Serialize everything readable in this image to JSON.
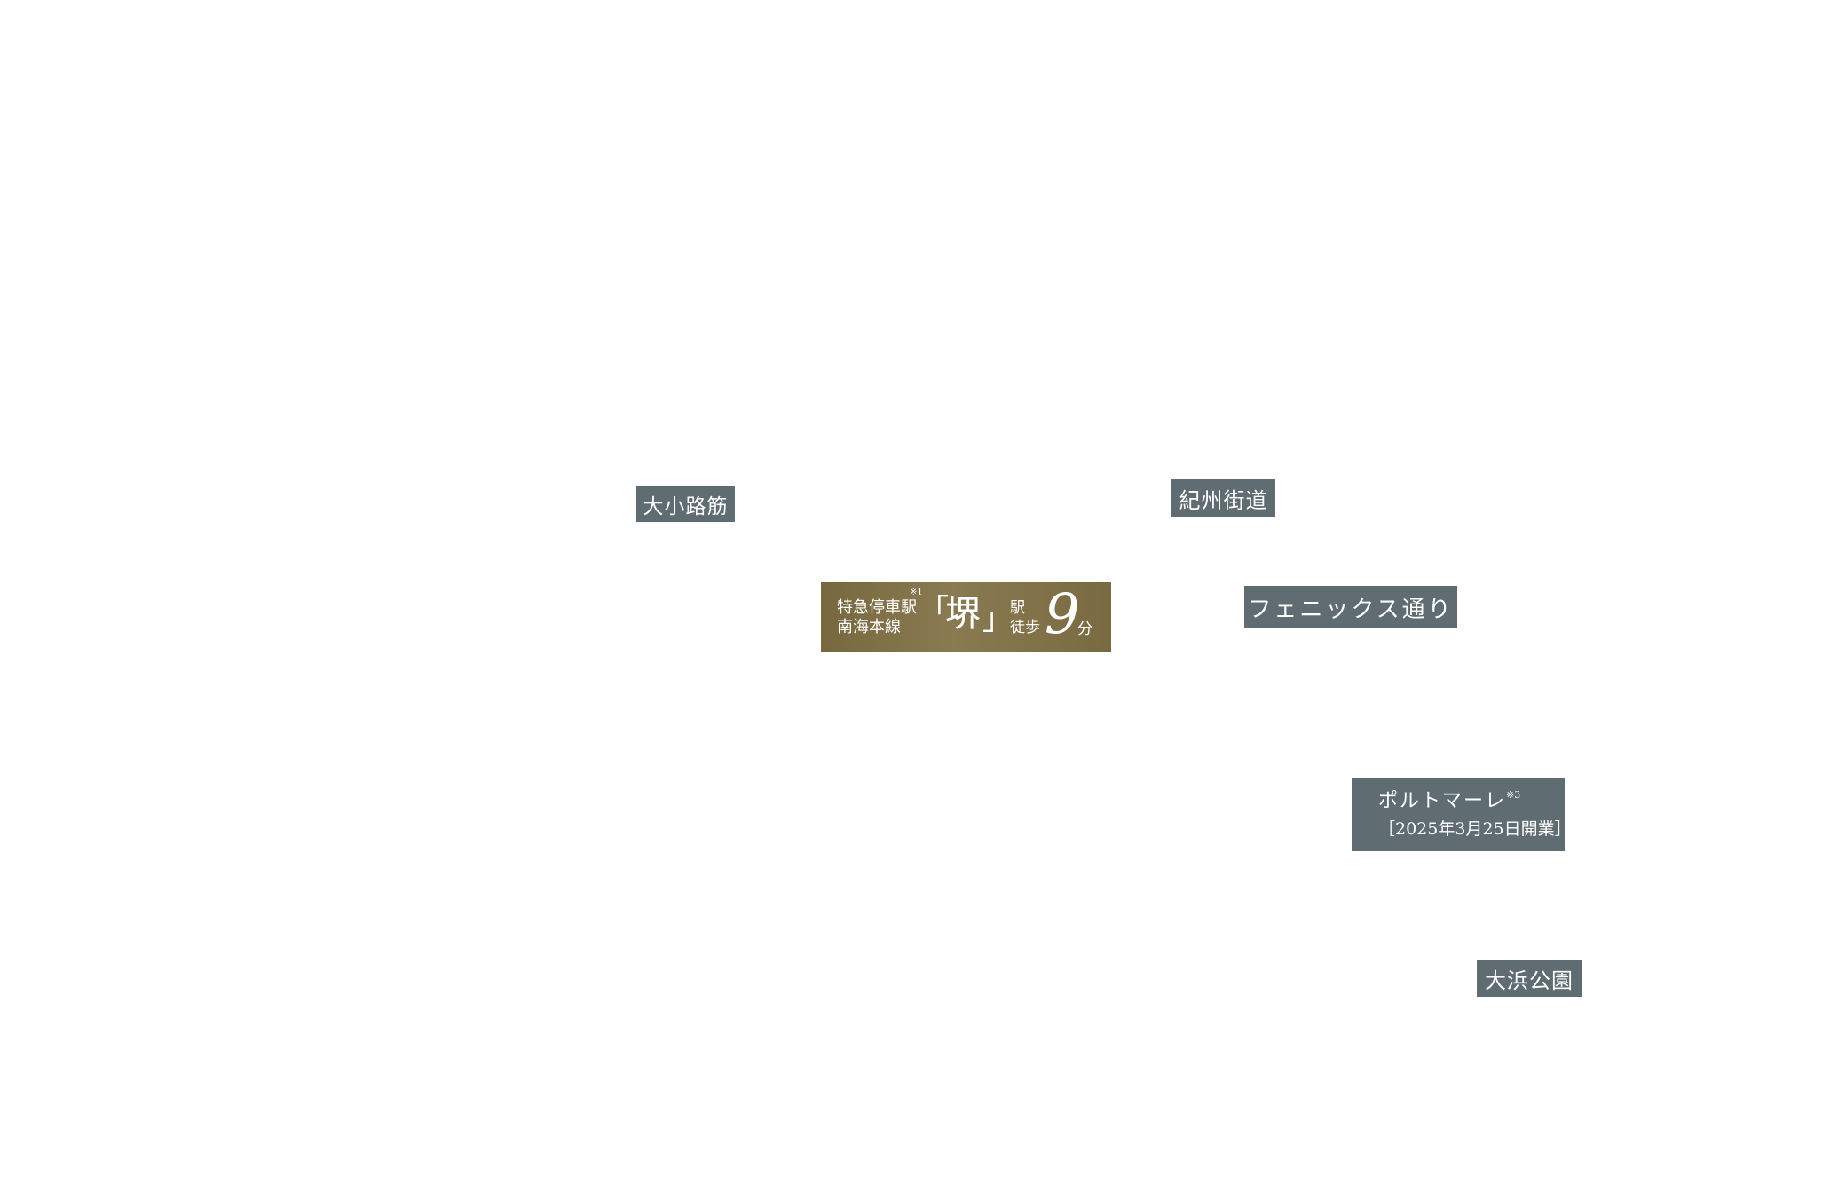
{
  "map": {
    "labels": {
      "ookouji": "大小路筋",
      "kishu": "紀州街道",
      "phoenix": "フェニックス通り",
      "portomare_name": "ポルトマーレ",
      "portomare_note": "※3",
      "portomare_date": "［2025年3月25日開業］",
      "ohama": "大浜公園"
    },
    "station": {
      "line1": "特急停車駅",
      "line2": "南海本線",
      "note": "※1",
      "bracket_open": "「",
      "name": "堺",
      "bracket_close": "」",
      "eki": "駅",
      "toho": "徒歩",
      "minutes": "9",
      "unit": "分"
    },
    "colors": {
      "label_bg": "#5f6d73",
      "station_bg": "#7d6e47",
      "text": "#ffffff"
    }
  }
}
